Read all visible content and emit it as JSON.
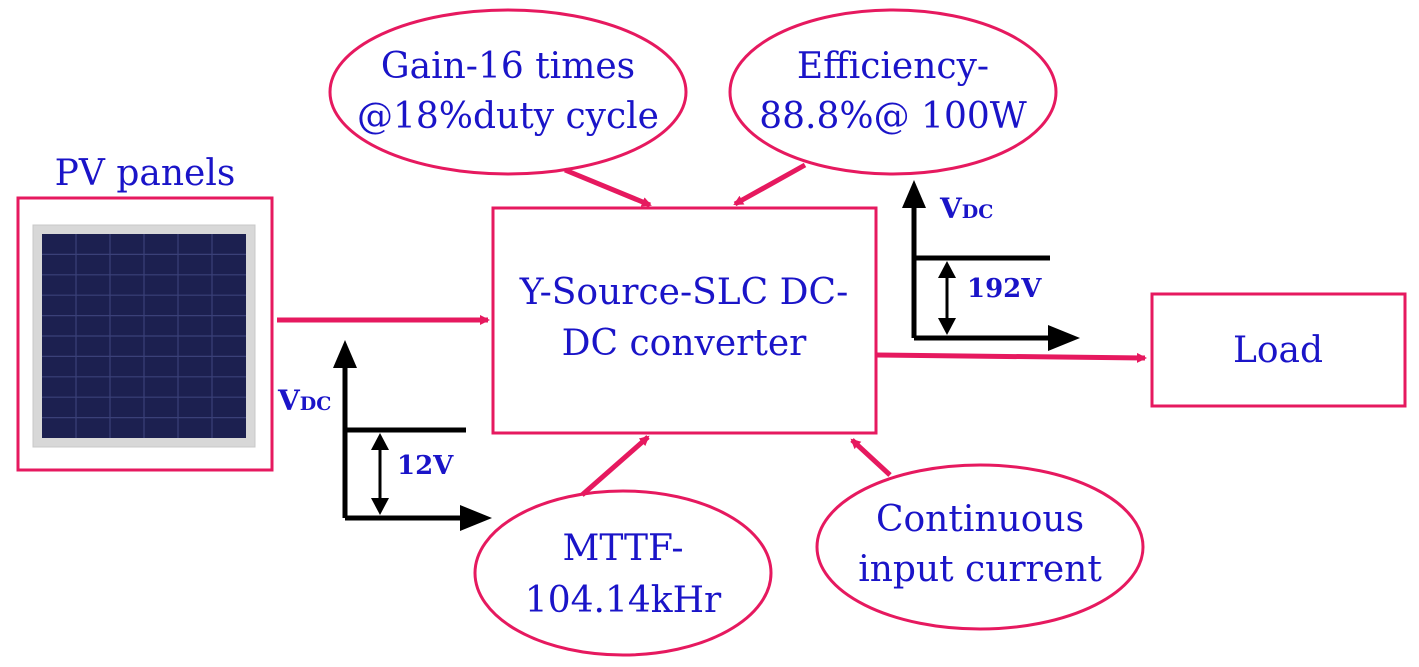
{
  "colors": {
    "accent": "#e6195f",
    "text": "#1a14c8",
    "black": "#000000",
    "panel_cell": "#1c2050",
    "panel_frame": "#d8d8d8"
  },
  "pv": {
    "label": "PV panels"
  },
  "converter": {
    "line1": "Y-Source-SLC DC-",
    "line2": "DC converter"
  },
  "load": {
    "label": "Load"
  },
  "features": {
    "gain": {
      "line1": "Gain-16 times",
      "line2": "@18%duty cycle"
    },
    "efficiency": {
      "line1": "Efficiency-",
      "line2": "88.8%@ 100W"
    },
    "mttf": {
      "line1": "MTTF-",
      "line2": "104.14kHr"
    },
    "continuous": {
      "line1": "Continuous",
      "line2": "input current"
    }
  },
  "input_waveform": {
    "axis_main": "V",
    "axis_sub": "DC",
    "value": "12V"
  },
  "output_waveform": {
    "axis_main": "V",
    "axis_sub": "DC",
    "value": "192V"
  }
}
